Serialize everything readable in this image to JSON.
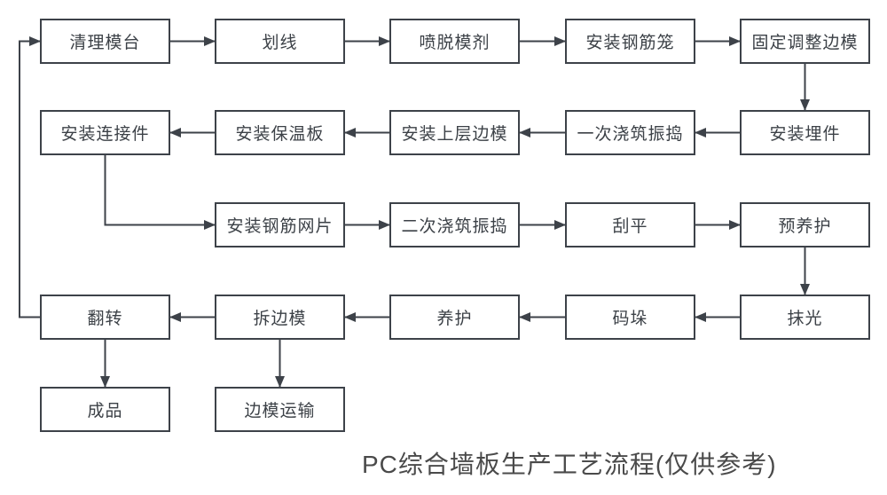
{
  "title": {
    "text": "PC综合墙板生产工艺流程(仅供参考)"
  },
  "colors": {
    "line_color": "#3d4249",
    "box_border": "#3d4249",
    "box_fill": "#ffffff",
    "text_color": "#3c4147",
    "title_color": "#4a4a4a",
    "bg": "#ffffff"
  },
  "nodes": {
    "clean_mold_table": {
      "label": "清理模台"
    },
    "marking": {
      "label": "划线"
    },
    "spray_release_agent": {
      "label": "喷脱模剂"
    },
    "install_rebar_cage": {
      "label": "安装钢筋笼"
    },
    "fix_adjust_side_mold": {
      "label": "固定调整边模"
    },
    "install_embedded_parts": {
      "label": "安装埋件"
    },
    "first_pour_vibrate": {
      "label": "一次浇筑振捣"
    },
    "install_upper_side_mold": {
      "label": "安装上层边模"
    },
    "install_insulation_board": {
      "label": "安装保温板"
    },
    "install_connectors": {
      "label": "安装连接件"
    },
    "install_rebar_mesh": {
      "label": "安装钢筋网片"
    },
    "second_pour_vibrate": {
      "label": "二次浇筑振捣"
    },
    "screeding": {
      "label": "刮平"
    },
    "pre_curing": {
      "label": "预养护"
    },
    "troweling": {
      "label": "抹光"
    },
    "stacking": {
      "label": "码垛"
    },
    "curing": {
      "label": "养护"
    },
    "remove_side_mold": {
      "label": "拆边模"
    },
    "flipping": {
      "label": "翻转"
    },
    "finished_product": {
      "label": "成品"
    },
    "side_mold_transport": {
      "label": "边模运输"
    }
  },
  "flow_edges": [
    "清理模台→划线",
    "划线→喷脱模剂",
    "喷脱模剂→安装钢筋笼",
    "安装钢筋笼→固定调整边模",
    "固定调整边模→安装埋件",
    "安装埋件→一次浇筑振捣",
    "一次浇筑振捣→安装上层边模",
    "安装上层边模→安装保温板",
    "安装保温板→安装连接件",
    "安装连接件→安装钢筋网片",
    "安装钢筋网片→二次浇筑振捣",
    "二次浇筑振捣→刮平",
    "刮平→预养护",
    "预养护→抹光",
    "抹光→码垛",
    "码垛→养护",
    "养护→拆边模",
    "拆边模→翻转",
    "翻转→清理模台",
    "翻转→成品",
    "拆边模→边模运输"
  ]
}
